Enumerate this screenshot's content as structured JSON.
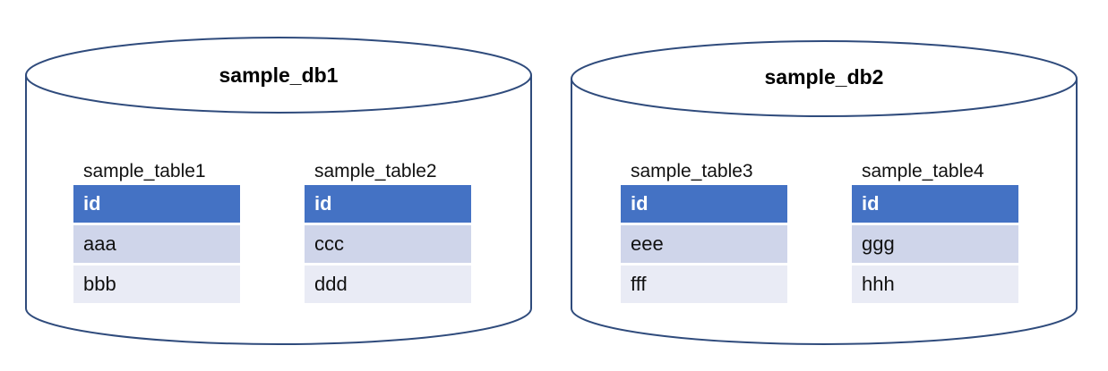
{
  "databases": [
    {
      "name": "sample_db1",
      "tables": [
        {
          "name": "sample_table1",
          "header": "id",
          "rows": [
            "aaa",
            "bbb"
          ]
        },
        {
          "name": "sample_table2",
          "header": "id",
          "rows": [
            "ccc",
            "ddd"
          ]
        }
      ]
    },
    {
      "name": "sample_db2",
      "tables": [
        {
          "name": "sample_table3",
          "header": "id",
          "rows": [
            "eee",
            "fff"
          ]
        },
        {
          "name": "sample_table4",
          "header": "id",
          "rows": [
            "ggg",
            "hhh"
          ]
        }
      ]
    }
  ],
  "colors": {
    "cylinder_stroke": "#2f4b7c",
    "header_fill": "#4472c4",
    "row_odd_fill": "#cfd5ea",
    "row_even_fill": "#e9ebf5"
  }
}
